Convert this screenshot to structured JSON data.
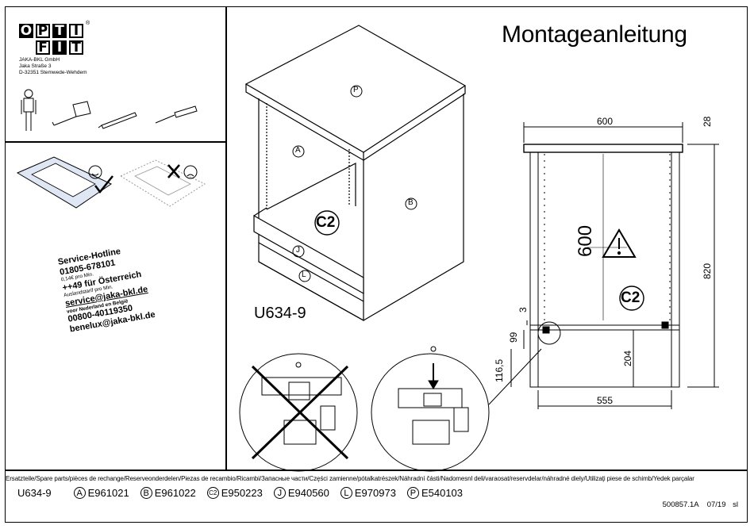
{
  "title": "Montageanleitung",
  "logo": {
    "line1": [
      "O",
      "P",
      "T",
      "I"
    ],
    "line2": [
      "F",
      "I",
      "T"
    ],
    "registered": "®"
  },
  "company": {
    "name": "JAKA-BKL GmbH",
    "street": "Jaka Straße 3",
    "city": "D-32351 Stemwede-Wehdem"
  },
  "hotline": {
    "heading": "Service-Hotline",
    "phone_de": "01805-678101",
    "price_de": "0,14€ pro Min.",
    "phone_at": "++49 für Österreich",
    "price_at": "Auslandstarif pro Min.",
    "email": "service@jaka-bkl.de",
    "nl_be_label": "voor Nederland en België",
    "phone_nl_be": "00800-40119350",
    "email_benelux": "benelux@jaka-bkl.de"
  },
  "product": {
    "model": "U634-9"
  },
  "callouts": {
    "p": "P",
    "a": "A",
    "b": "B",
    "j": "J",
    "l": "L",
    "c2": "C2",
    "c2_right": "C2"
  },
  "dimensions": {
    "top_width": "600",
    "top_thickness": "28",
    "inner_height": "600",
    "total_height": "820",
    "gap": "3",
    "front_offset": "99",
    "plinth": "116,5",
    "drawer_height": "204",
    "depth": "555"
  },
  "parts": {
    "label": "Ersatzteile/Spare parts/pièces de rechange/Reserveonderdelen/Piezas de recambio/Ricambi/Запасные части/Części zamienne/pótalkatrészek/Náhradní části/Nadomesnl deli/varaosat/reservdelar/náhradné diely/Utilizaţi piese de schimb/Yedek parçalar",
    "model": "U634-9",
    "items": [
      {
        "key": "A",
        "code": "E961021"
      },
      {
        "key": "B",
        "code": "E961022"
      },
      {
        "key": "C2",
        "code": "E950223"
      },
      {
        "key": "J",
        "code": "E940560"
      },
      {
        "key": "L",
        "code": "E970973"
      },
      {
        "key": "P",
        "code": "E540103"
      }
    ]
  },
  "doc": {
    "number": "500857.1A",
    "date": "07/19",
    "suffix": "sl"
  }
}
